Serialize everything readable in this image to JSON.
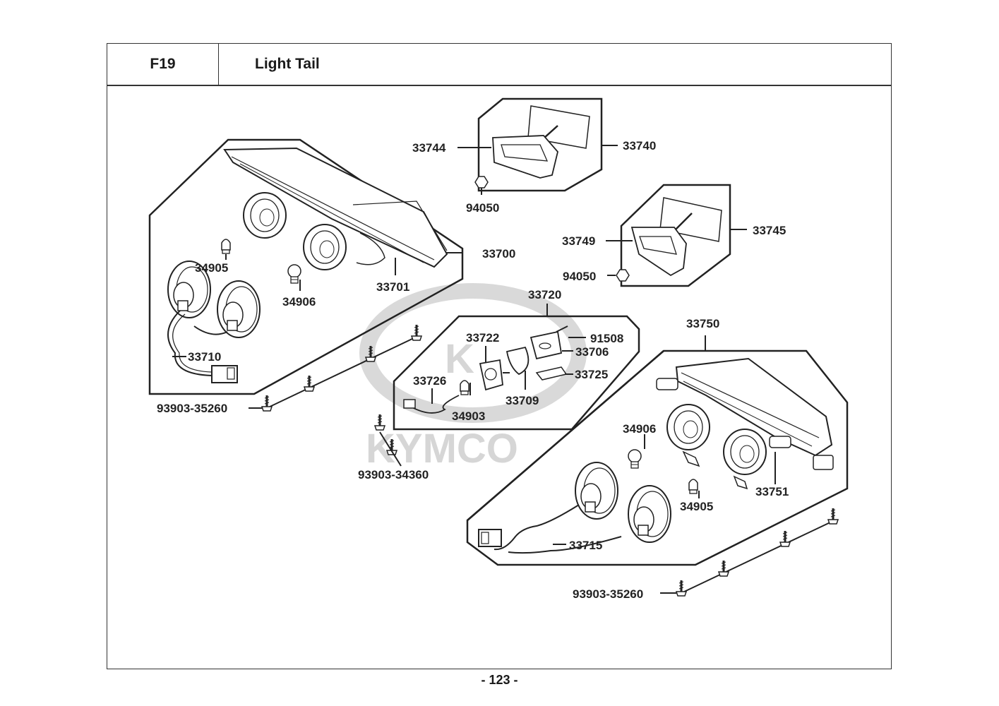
{
  "header": {
    "code": "F19",
    "title": "Light Tail"
  },
  "footer": {
    "page_number": "- 123 -"
  },
  "watermark": {
    "brand_text": "KYMCO",
    "logo_letters": "K"
  },
  "labels": {
    "p33744": "33744",
    "p33740": "33740",
    "p94050a": "94050",
    "p33749": "33749",
    "p33745": "33745",
    "p94050b": "94050",
    "p33700": "33700",
    "p34905a": "34905",
    "p34906a": "34906",
    "p33701": "33701",
    "p33710": "33710",
    "p93903_35260a": "93903-35260",
    "p33720": "33720",
    "p33722": "33722",
    "p91508": "91508",
    "p33706": "33706",
    "p33725": "33725",
    "p33726": "33726",
    "p34903": "34903",
    "p33709": "33709",
    "p93903_34360": "93903-34360",
    "p33750": "33750",
    "p34906b": "34906",
    "p34905b": "34905",
    "p33751": "33751",
    "p33715": "33715",
    "p93903_35260b": "93903-35260"
  }
}
